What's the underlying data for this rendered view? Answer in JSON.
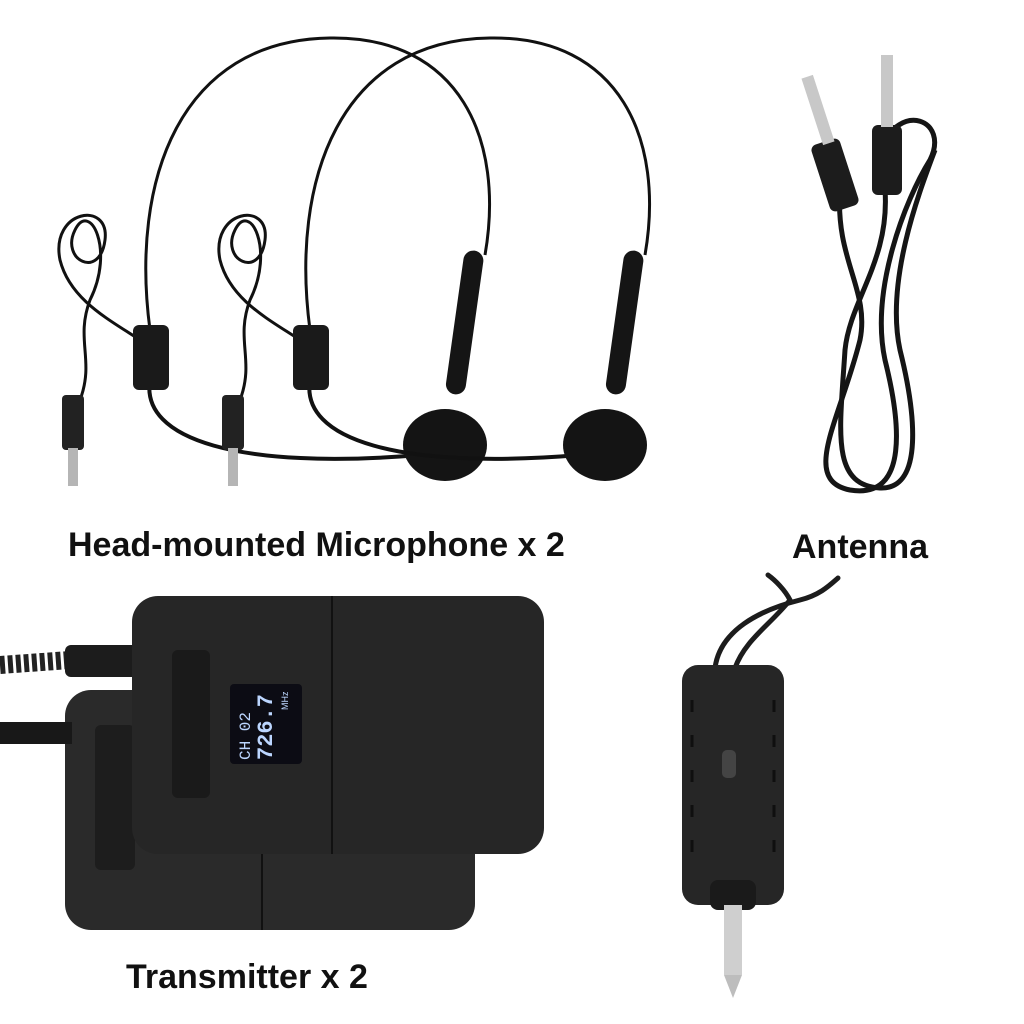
{
  "labels": {
    "headset": "Head-mounted Microphone x 2",
    "antenna": "Antenna",
    "transmitter": "Transmitter x 2"
  },
  "display": {
    "channel": "CH 02",
    "frequency": "726.7",
    "unit": "MHz"
  },
  "colors": {
    "background": "#ffffff",
    "device_body": "#262626",
    "display_text": "#bcd6ff"
  }
}
